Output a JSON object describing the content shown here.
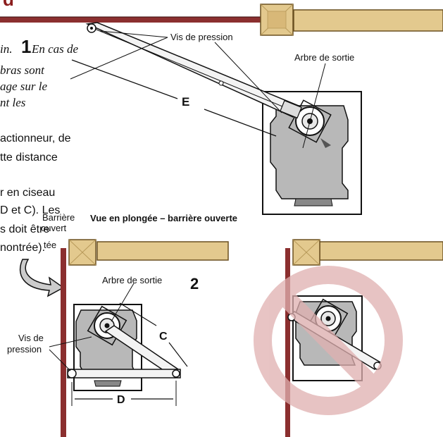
{
  "header_fragment": "d",
  "text_block_lines": [
    {
      "a": "in.",
      "b": "En cas de"
    },
    {
      "a": "bras sont"
    },
    {
      "a": "age sur le"
    },
    {
      "a": "nt les"
    },
    {
      "a": "actionneur, de"
    },
    {
      "a": "tte distance"
    },
    {
      "a": "r en ciseau"
    },
    {
      "a": "D et C). Les"
    },
    {
      "a": "s doit être"
    },
    {
      "a": "nontrée)."
    }
  ],
  "figure1": {
    "number": "1",
    "labels": {
      "vis_pression": "Vis de pression",
      "arbre_sortie": "Arbre de sortie",
      "dimension_e": "E"
    }
  },
  "caption_overlay": {
    "left_lines": [
      "Barrière",
      "ouvert",
      "tée"
    ],
    "title": "Vue en plongée – barrière ouverte"
  },
  "figure2": {
    "number": "2",
    "labels": {
      "arbre_sortie": "Arbre de sortie",
      "vis_line1": "Vis de",
      "vis_line2": "pression",
      "dimension_c": "C",
      "dimension_d": "D"
    }
  },
  "figure3": {
    "prohibited": true
  },
  "colors": {
    "barrier": "#e3c98e",
    "barrier_dark": "#8a6c3a",
    "post": "#8b2f2f",
    "housing_fill": "#b8b8b8",
    "prohibited_ring": "#e0b0b0"
  }
}
